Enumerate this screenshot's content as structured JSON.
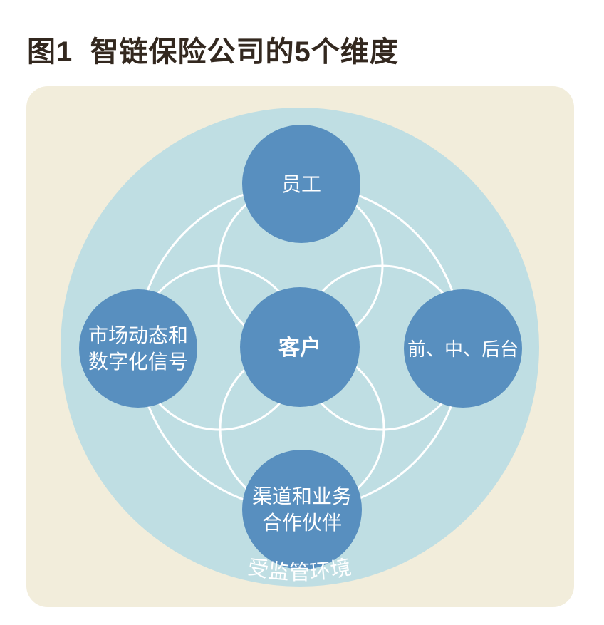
{
  "figure": {
    "title": "图1  智链保险公司的5个维度"
  },
  "diagram": {
    "environment_label": "受监管环境",
    "nodes": {
      "top": {
        "label": "员工"
      },
      "left": {
        "line1": "市场动态和",
        "line2": "数字化信号"
      },
      "center": {
        "label": "客户"
      },
      "right": {
        "label": "前、中、后台"
      },
      "bottom": {
        "line1": "渠道和业务",
        "line2": "合作伙伴"
      }
    },
    "colors": {
      "panel_background": "#F2EDDB",
      "field_circle": "#BFDEE3",
      "node_circle": "#588FBF",
      "connector_line": "#FFFFFF",
      "label_text": "#FFFFFF",
      "title_text": "#33281F"
    }
  }
}
